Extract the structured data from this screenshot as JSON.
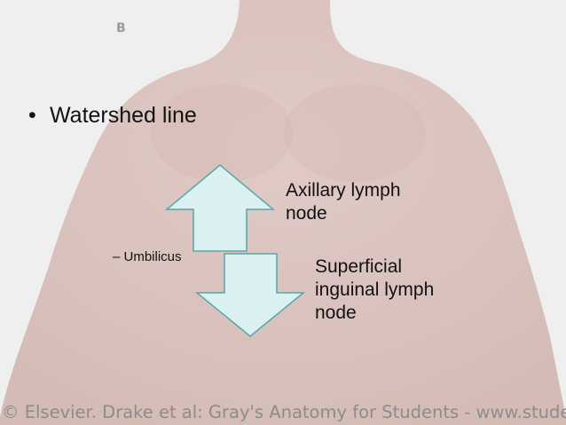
{
  "figure": {
    "letter": "B",
    "caption": "© Elsevier. Drake et al: Gray's Anatomy for Students - www.studentconsult.com"
  },
  "bullets": [
    {
      "marker": "•",
      "text": "Watershed line"
    }
  ],
  "sub_bullets": [
    {
      "text": "– Umbilicus"
    }
  ],
  "diagram": {
    "up_arrow_label": "Axillary lymph node",
    "down_arrow_label": "Superficial inguinal lymph node",
    "arrow_fill": "#dbf0f0",
    "arrow_stroke": "#5aa6aa"
  }
}
